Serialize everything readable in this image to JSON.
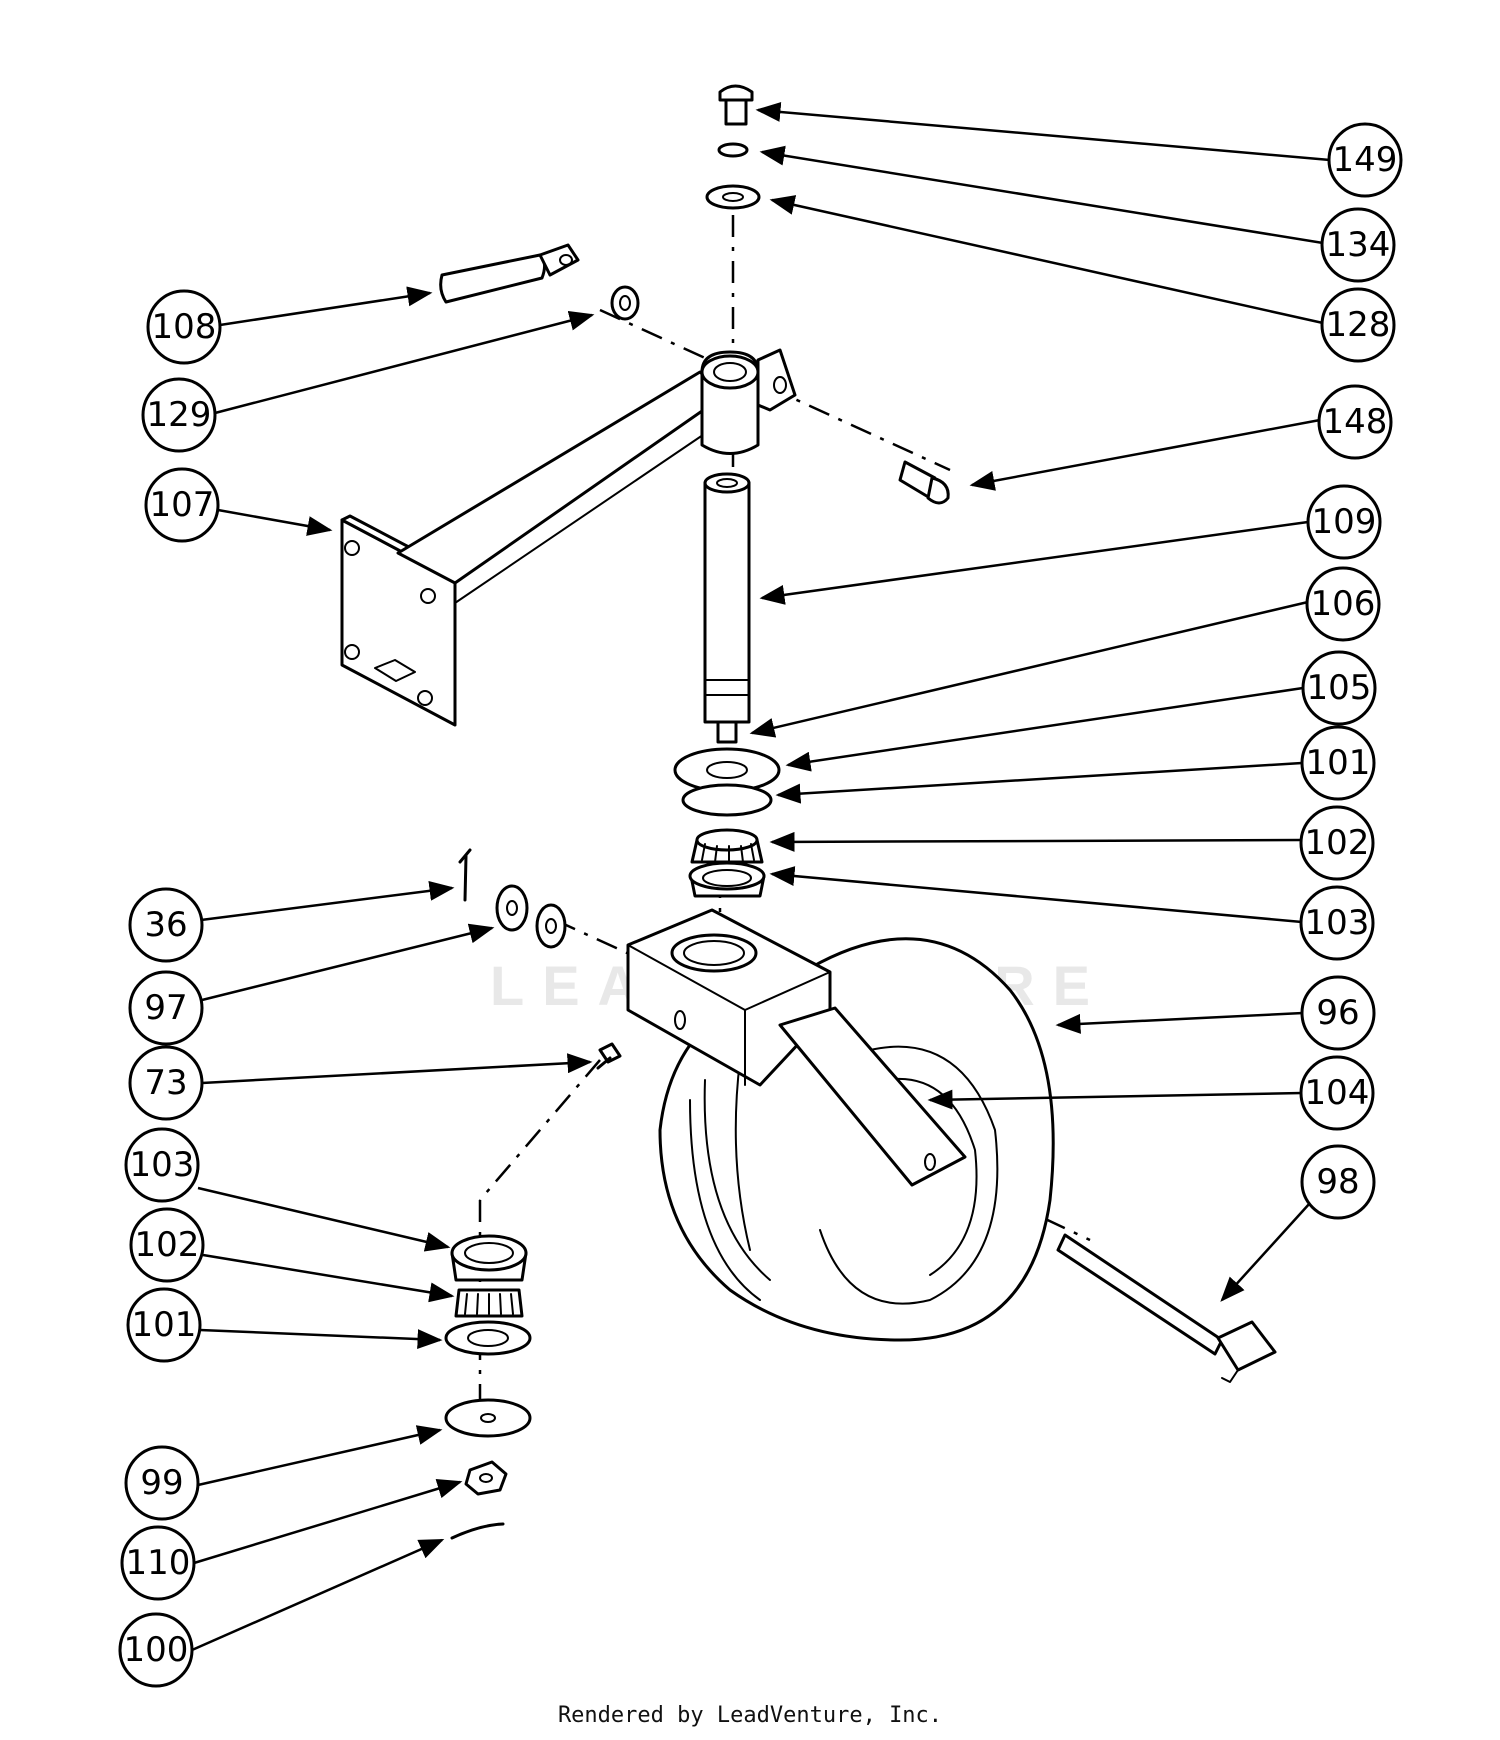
{
  "watermark": "LEADVENTURE",
  "footer": "Rendered by LeadVenture, Inc.",
  "callouts": [
    {
      "part": "149"
    },
    {
      "part": "134"
    },
    {
      "part": "128"
    },
    {
      "part": "108"
    },
    {
      "part": "129"
    },
    {
      "part": "148"
    },
    {
      "part": "107"
    },
    {
      "part": "109"
    },
    {
      "part": "106"
    },
    {
      "part": "105"
    },
    {
      "part": "101"
    },
    {
      "part": "102"
    },
    {
      "part": "103"
    },
    {
      "part": "36"
    },
    {
      "part": "97"
    },
    {
      "part": "96"
    },
    {
      "part": "73"
    },
    {
      "part": "104"
    },
    {
      "part": "103"
    },
    {
      "part": "98"
    },
    {
      "part": "102"
    },
    {
      "part": "101"
    },
    {
      "part": "99"
    },
    {
      "part": "110"
    },
    {
      "part": "100"
    }
  ]
}
